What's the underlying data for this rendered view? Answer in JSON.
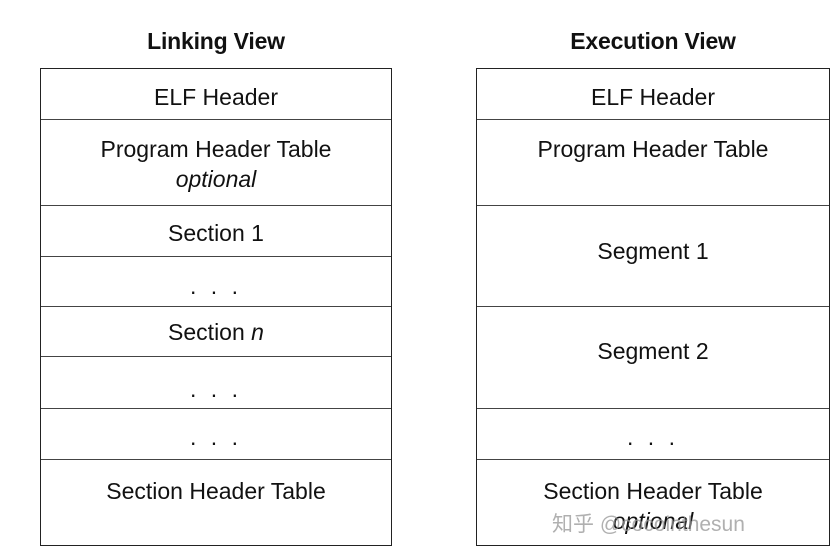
{
  "linking_view": {
    "title": "Linking View",
    "rows": [
      {
        "label": "ELF Header"
      },
      {
        "label": "Program Header Table",
        "sub": "optional"
      },
      {
        "label": "Section 1"
      },
      {
        "label": ". . ."
      },
      {
        "label": "Section",
        "italic_suffix": "n"
      },
      {
        "label": ". . ."
      },
      {
        "label": ". . ."
      },
      {
        "label": "Section Header Table"
      }
    ]
  },
  "execution_view": {
    "title": "Execution View",
    "rows": [
      {
        "label": "ELF Header"
      },
      {
        "label": "Program Header Table"
      },
      {
        "label": "Segment 1"
      },
      {
        "label": "Segment 2"
      },
      {
        "label": ". . ."
      },
      {
        "label": "Section Header Table",
        "sub": "optional"
      }
    ]
  },
  "watermark": "知乎 @cocointhesun"
}
